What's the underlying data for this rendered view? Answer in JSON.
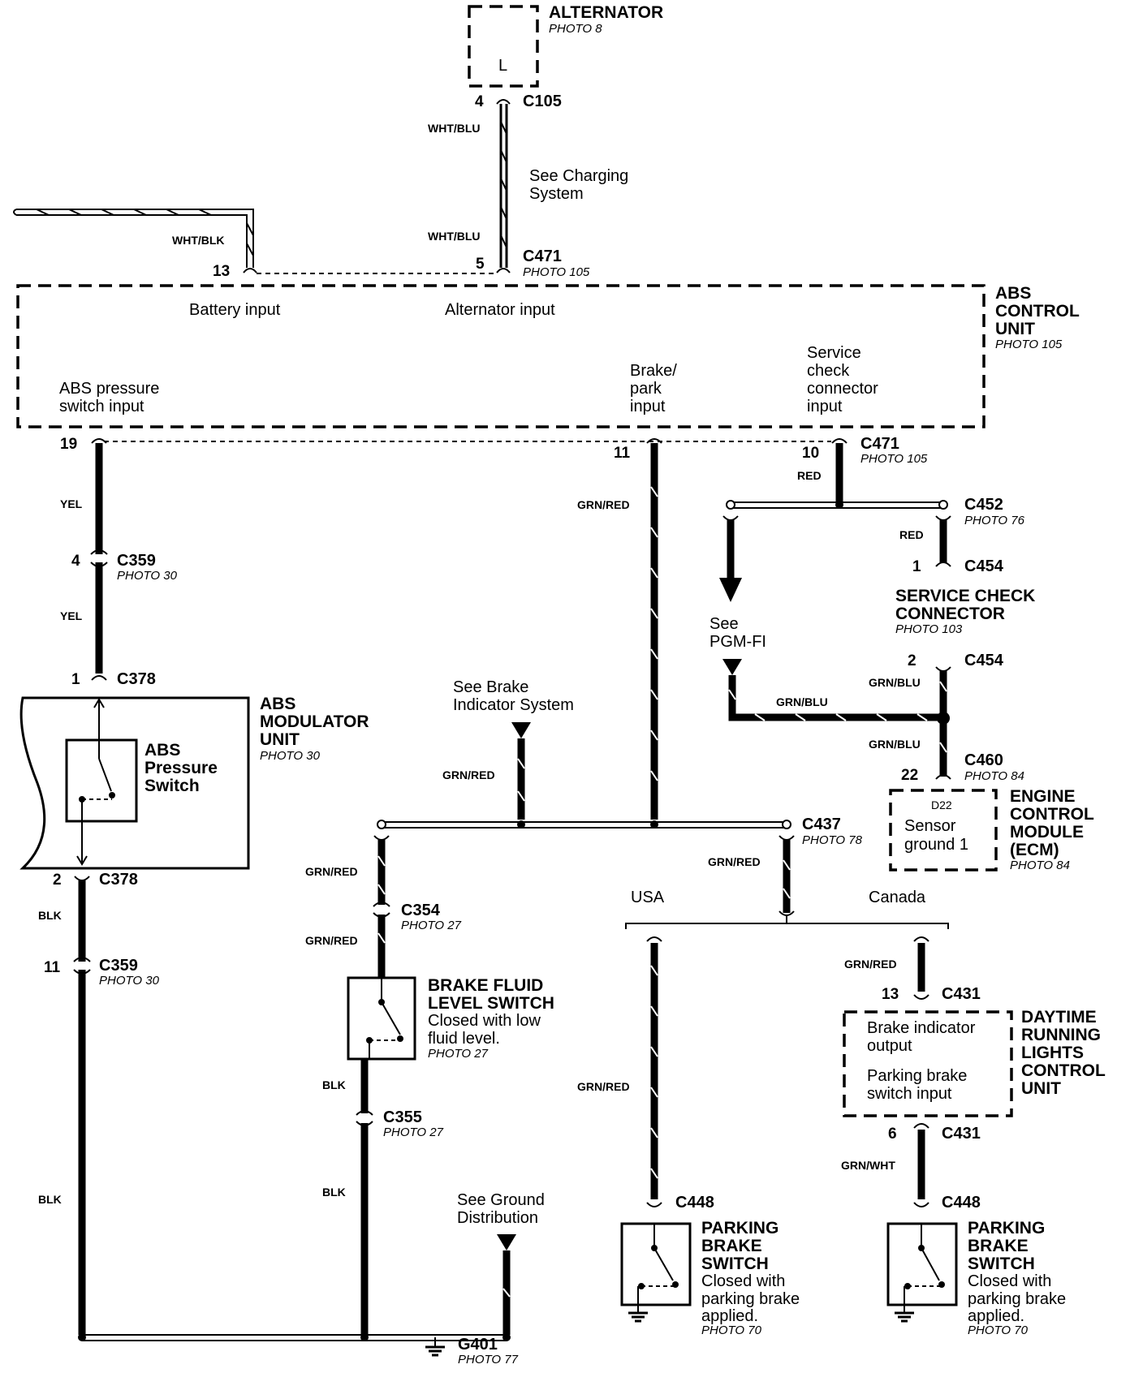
{
  "alternator": {
    "title": "ALTERNATOR",
    "photo": "PHOTO 8",
    "terminal": "L"
  },
  "c105": {
    "pin": "4",
    "name": "C105"
  },
  "alt_wire": {
    "top_color": "WHT/BLU",
    "bottom_color": "WHT/BLU",
    "note_line1": "See Charging",
    "note_line2": "System"
  },
  "battery_wire": {
    "color": "WHT/BLK",
    "pin": "13"
  },
  "c471_top": {
    "pin": "5",
    "name": "C471",
    "photo": "PHOTO 105"
  },
  "abs_control": {
    "title_line1": "ABS",
    "title_line2": "CONTROL",
    "title_line3": "UNIT",
    "photo": "PHOTO 105",
    "battery_input": "Battery input",
    "alternator_input": "Alternator input",
    "abs_pressure_line1": "ABS pressure",
    "abs_pressure_line2": "switch input",
    "brake_line1": "Brake/",
    "brake_line2": "park",
    "brake_line3": "input",
    "service_line1": "Service",
    "service_line2": "check",
    "service_line3": "connector",
    "service_line4": "input"
  },
  "pins_bottom": {
    "p19": "19",
    "p11": "11",
    "p10": "10"
  },
  "c471_bottom": {
    "name": "C471",
    "photo": "PHOTO 105"
  },
  "wires": {
    "yel1": "YEL",
    "yel2": "YEL",
    "red1": "RED",
    "red2": "RED",
    "grnred_main": "GRN/RED",
    "grnred_brake_ind": "GRN/RED",
    "grnred_fluid1": "GRN/RED",
    "grnred_fluid2": "GRN/RED",
    "grnred_c437": "GRN/RED",
    "grnred_usa": "GRN/RED",
    "grnred_canada": "GRN/RED",
    "grnblu1": "GRN/BLU",
    "grnblu2": "GRN/BLU",
    "grnblu3": "GRN/BLU",
    "blk1": "BLK",
    "blk2": "BLK",
    "blk3": "BLK",
    "blk4": "BLK",
    "grnwht": "GRN/WHT"
  },
  "c359_top": {
    "pin": "4",
    "name": "C359",
    "photo": "PHOTO 30"
  },
  "c378_top": {
    "pin": "1",
    "name": "C378"
  },
  "c378_bottom": {
    "pin": "2",
    "name": "C378"
  },
  "c359_bottom": {
    "pin": "11",
    "name": "C359",
    "photo": "PHOTO 30"
  },
  "abs_modulator": {
    "title_line1": "ABS",
    "title_line2": "MODULATOR",
    "title_line3": "UNIT",
    "photo": "PHOTO 30",
    "switch_line1": "ABS",
    "switch_line2": "Pressure",
    "switch_line3": "Switch"
  },
  "c452": {
    "name": "C452",
    "photo": "PHOTO 76"
  },
  "c454_top": {
    "pin": "1",
    "name": "C454"
  },
  "service_connector": {
    "title_line1": "SERVICE CHECK",
    "title_line2": "CONNECTOR",
    "photo": "PHOTO 103"
  },
  "c454_bottom": {
    "pin": "2",
    "name": "C454"
  },
  "pgmfi": {
    "line1": "See",
    "line2": "PGM-FI"
  },
  "c460": {
    "pin": "22",
    "name": "C460",
    "photo": "PHOTO 84"
  },
  "ecm": {
    "title_line1": "ENGINE",
    "title_line2": "CONTROL",
    "title_line3": "MODULE",
    "title_line4": "(ECM)",
    "photo": "PHOTO 84",
    "terminal": "D22",
    "inner_line1": "Sensor",
    "inner_line2": "ground 1"
  },
  "brake_indicator": {
    "line1": "See Brake",
    "line2": "Indicator System"
  },
  "c437": {
    "name": "C437",
    "photo": "PHOTO 78"
  },
  "region": {
    "usa": "USA",
    "canada": "Canada"
  },
  "c354": {
    "name": "C354",
    "photo": "PHOTO 27"
  },
  "fluid_switch": {
    "title_line1": "BRAKE FLUID",
    "title_line2": "LEVEL SWITCH",
    "desc_line1": "Closed with low",
    "desc_line2": "fluid level.",
    "photo": "PHOTO 27"
  },
  "c355": {
    "name": "C355",
    "photo": "PHOTO 27"
  },
  "c431_top": {
    "pin": "13",
    "name": "C431"
  },
  "drl": {
    "title_line1": "DAYTIME",
    "title_line2": "RUNNING",
    "title_line3": "LIGHTS",
    "title_line4": "CONTROL",
    "title_line5": "UNIT",
    "inner_line1": "Brake indicator",
    "inner_line2": "output",
    "inner_line3": "Parking brake",
    "inner_line4": "switch input"
  },
  "c431_bottom": {
    "pin": "6",
    "name": "C431"
  },
  "c448_usa": {
    "name": "C448"
  },
  "c448_canada": {
    "name": "C448"
  },
  "parking_usa": {
    "title_line1": "PARKING",
    "title_line2": "BRAKE",
    "title_line3": "SWITCH",
    "desc_line1": "Closed with",
    "desc_line2": "parking brake",
    "desc_line3": "applied.",
    "photo": "PHOTO 70"
  },
  "parking_canada": {
    "title_line1": "PARKING",
    "title_line2": "BRAKE",
    "title_line3": "SWITCH",
    "desc_line1": "Closed with",
    "desc_line2": "parking brake",
    "desc_line3": "applied.",
    "photo": "PHOTO 70"
  },
  "ground_dist": {
    "line1": "See Ground",
    "line2": "Distribution"
  },
  "g401": {
    "name": "G401",
    "photo": "PHOTO 77"
  }
}
